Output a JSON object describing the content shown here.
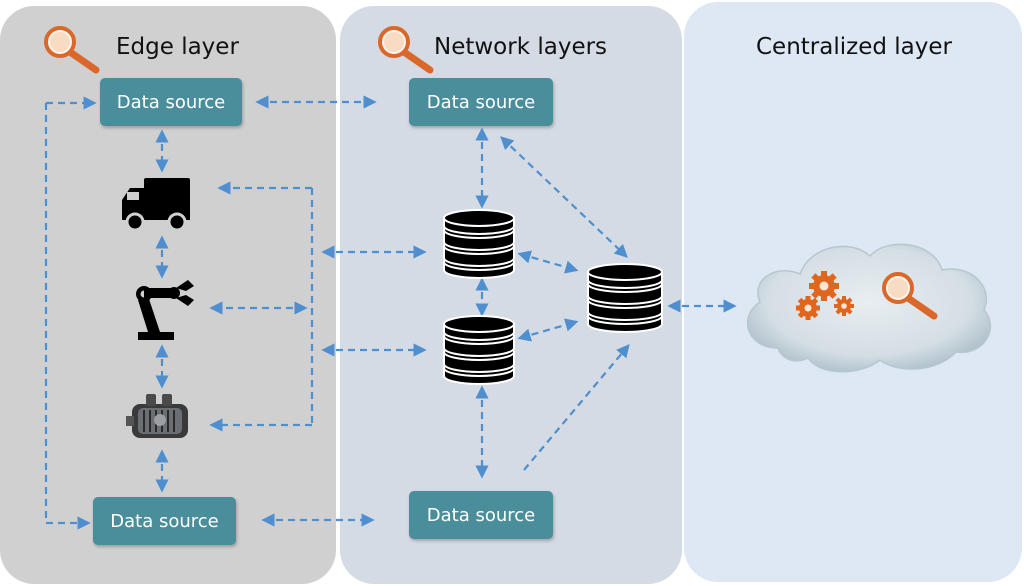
{
  "edge_layer": {
    "title": "Edge layer",
    "top_source": "Data source",
    "bottom_source": "Data source"
  },
  "network_layer": {
    "title": "Network layers",
    "top_source": "Data source",
    "bottom_source": "Data source"
  },
  "centralized_layer": {
    "title": "Centralized layer"
  },
  "colors": {
    "edge_panel": "#d1d0d1",
    "network_panel": "#d5dbe5",
    "central_panel": "#dde8f4",
    "data_source_box": "#4a8e9b",
    "arrow": "#4f8fcf",
    "magnifier_accent": "#d9682a"
  },
  "icons": [
    "magnifier-icon",
    "truck-icon",
    "robot-arm-icon",
    "engine-icon",
    "database-icon",
    "cloud-icon",
    "gears-icon"
  ]
}
